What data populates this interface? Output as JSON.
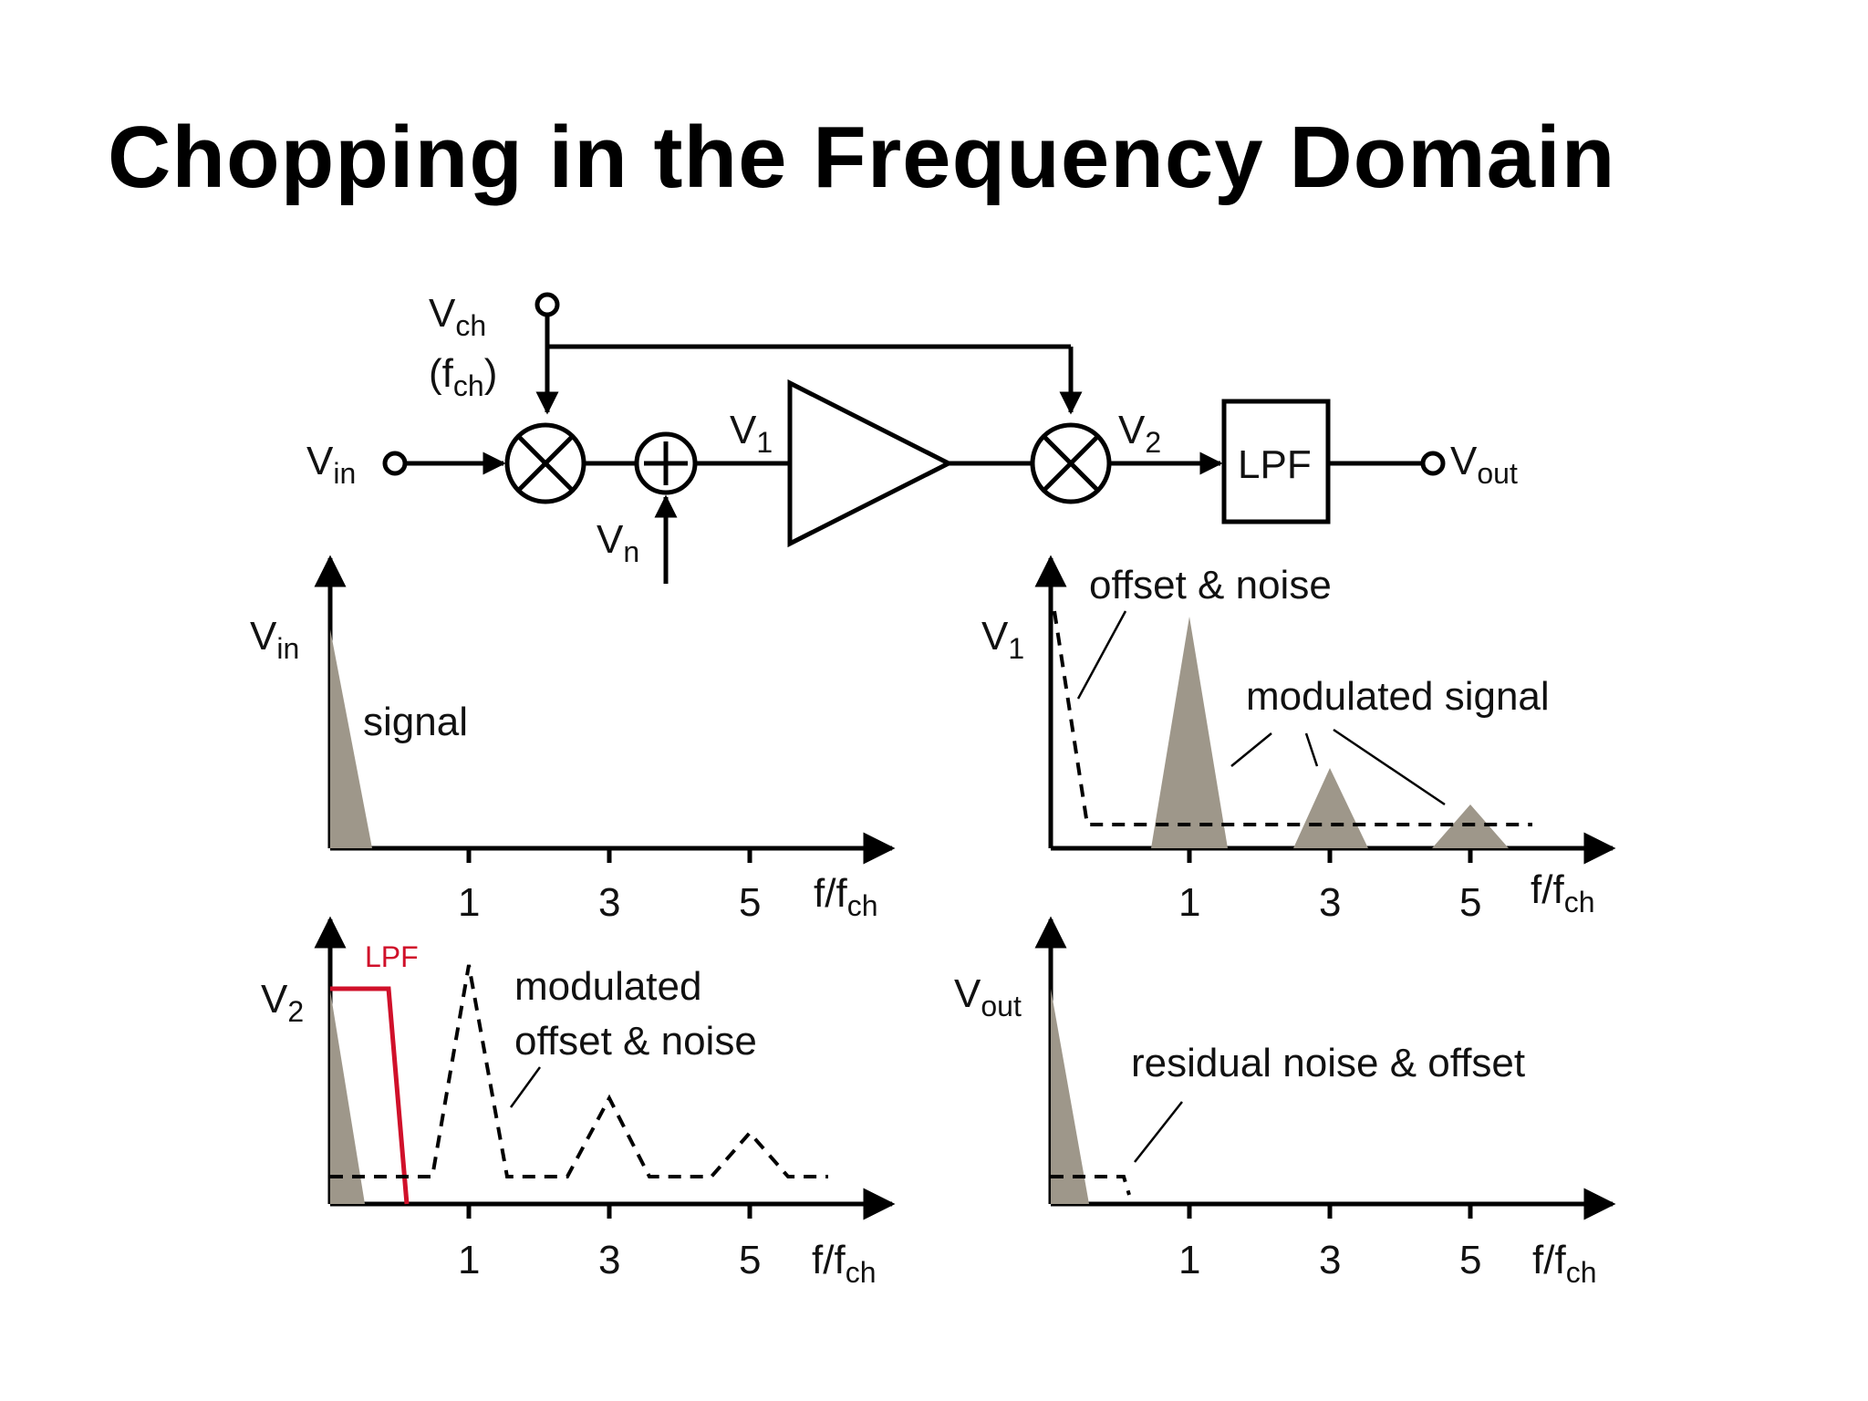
{
  "title": "Chopping in the Frequency Domain",
  "colors": {
    "spectrum_fill": "#9e978a",
    "lpf_red": "#d0102a",
    "line": "#000000"
  },
  "block_diagram": {
    "input": {
      "main": "V",
      "sub": "in"
    },
    "chop_clock": {
      "main": "V",
      "sub": "ch"
    },
    "chop_freq": {
      "open": "(f",
      "sub": "ch",
      "close": ")"
    },
    "noise_source": {
      "main": "V",
      "sub": "n"
    },
    "node_v1": {
      "main": "V",
      "sub": "1"
    },
    "node_v2": {
      "main": "V",
      "sub": "2"
    },
    "filter_label": "LPF",
    "output": {
      "main": "V",
      "sub": "out"
    },
    "mixer_icon": "circle-x-mixer-icon",
    "adder_icon": "circle-plus-adder-icon",
    "amplifier_icon": "triangle-amplifier-icon"
  },
  "x_axis": {
    "label_main": "f/f",
    "label_sub": "ch",
    "ticks": [
      "1",
      "3",
      "5"
    ]
  },
  "panels": {
    "vin": {
      "ylabel_main": "V",
      "ylabel_sub": "in",
      "annotations": [
        "signal"
      ]
    },
    "v1": {
      "ylabel_main": "V",
      "ylabel_sub": "1",
      "annotations": [
        "offset & noise",
        "modulated signal"
      ]
    },
    "v2": {
      "ylabel_main": "V",
      "ylabel_sub": "2",
      "lpf_label": "LPF",
      "annotations": [
        "modulated",
        "offset & noise"
      ]
    },
    "vout": {
      "ylabel_main": "V",
      "ylabel_sub": "out",
      "annotations": [
        "residual noise & offset"
      ]
    }
  }
}
